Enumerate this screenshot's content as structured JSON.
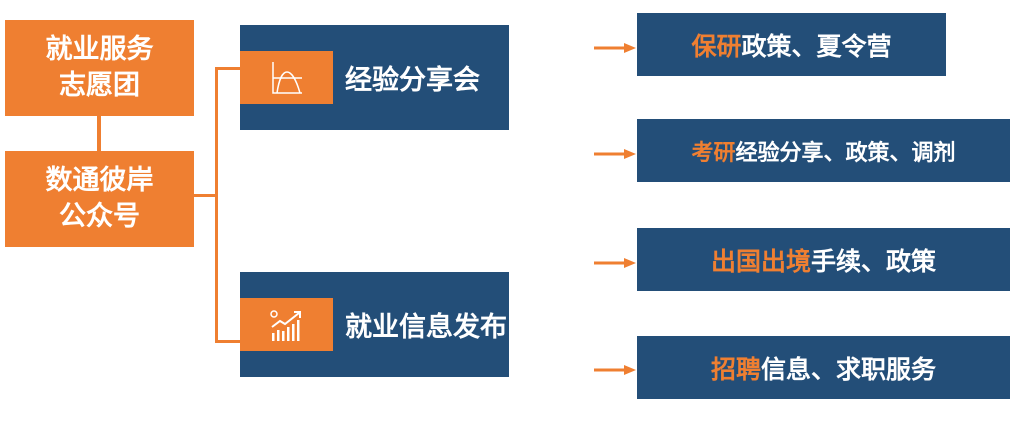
{
  "colors": {
    "accent": "#ef7f31",
    "navy": "#234e78"
  },
  "left_boxes": [
    {
      "line1": "就业服务",
      "line2": "志愿团"
    },
    {
      "line1": "数通彼岸",
      "line2": "公众号"
    }
  ],
  "categories": [
    {
      "title": "经验分享会",
      "icon": "bell-curve-chart-icon"
    },
    {
      "title": "就业信息发布",
      "icon": "growth-bar-chart-icon"
    }
  ],
  "items": [
    {
      "highlight": "保研",
      "rest": "政策、夏令营"
    },
    {
      "highlight": "考研",
      "rest": "经验分享、政策、调剂"
    },
    {
      "highlight": "出国出境",
      "rest": "手续、政策"
    },
    {
      "highlight": "招聘",
      "rest": "信息、求职服务"
    }
  ]
}
